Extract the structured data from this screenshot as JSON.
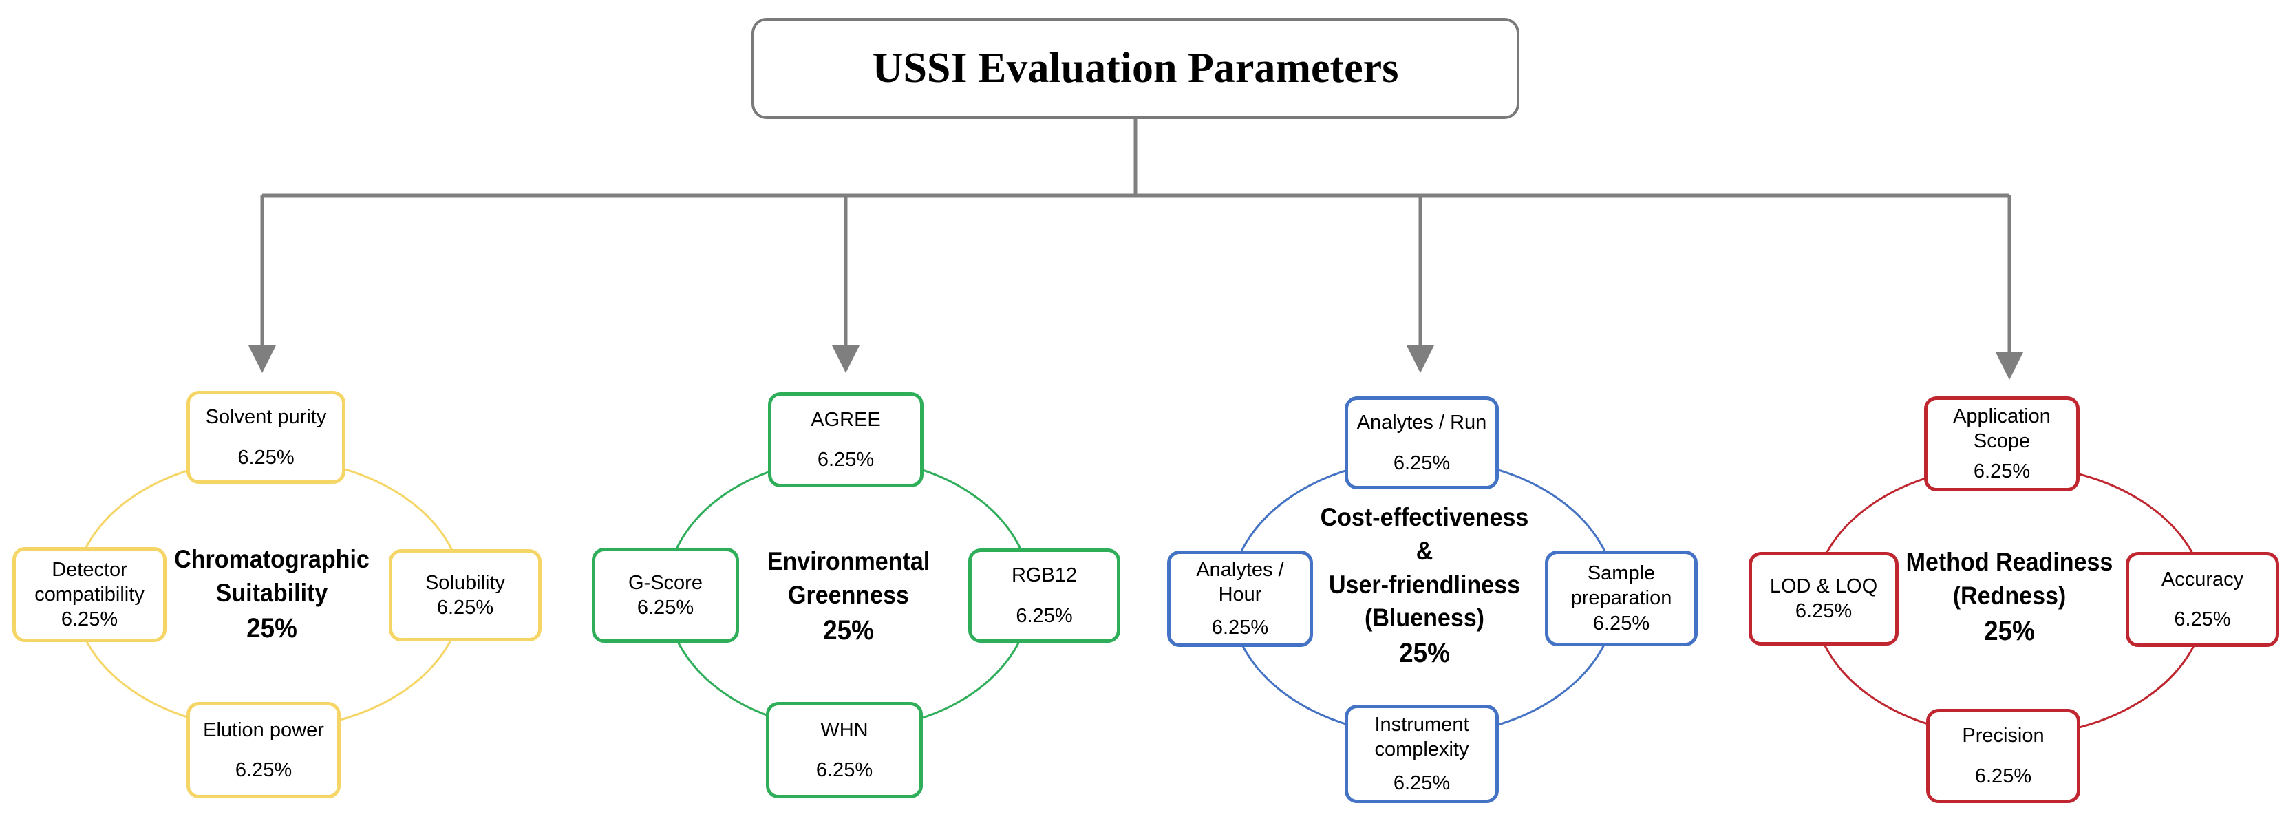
{
  "title": "USSI Evaluation Parameters",
  "colors": {
    "connector": "#7f7f7f",
    "yellow": "#f5d565",
    "green": "#2fae5a",
    "blue": "#4472c4",
    "red": "#c0262f"
  },
  "groups": [
    {
      "key": "chromatographic",
      "color": "yellow",
      "center_lines": [
        "Chromatographic",
        "Suitability"
      ],
      "center_percent": "25%",
      "params": [
        {
          "label": "Solvent purity",
          "percent": "6.25%"
        },
        {
          "label": "Solubility",
          "percent": "6.25%"
        },
        {
          "label": "Elution power",
          "percent": "6.25%"
        },
        {
          "label": "Detector compatibility",
          "percent": "6.25%"
        }
      ]
    },
    {
      "key": "environmental",
      "color": "green",
      "center_lines": [
        "Environmental",
        "Greenness"
      ],
      "center_percent": "25%",
      "params": [
        {
          "label": "AGREE",
          "percent": "6.25%"
        },
        {
          "label": "RGB12",
          "percent": "6.25%"
        },
        {
          "label": "WHN",
          "percent": "6.25%"
        },
        {
          "label": "G-Score",
          "percent": "6.25%"
        }
      ]
    },
    {
      "key": "cost",
      "color": "blue",
      "center_lines": [
        "Cost-effectiveness",
        "&",
        "User-friendliness",
        "(Blueness)"
      ],
      "center_percent": "25%",
      "params": [
        {
          "label": "Analytes / Run",
          "percent": "6.25%"
        },
        {
          "label": "Sample preparation",
          "percent": "6.25%"
        },
        {
          "label": "Instrument complexity",
          "percent": "6.25%"
        },
        {
          "label": "Analytes / Hour",
          "percent": "6.25%"
        }
      ]
    },
    {
      "key": "method",
      "color": "red",
      "center_lines": [
        "Method Readiness",
        "(Redness)"
      ],
      "center_percent": "25%",
      "params": [
        {
          "label": "Application Scope",
          "percent": "6.25%"
        },
        {
          "label": "Accuracy",
          "percent": "6.25%"
        },
        {
          "label": "Precision",
          "percent": "6.25%"
        },
        {
          "label": "LOD & LOQ",
          "percent": "6.25%"
        }
      ]
    }
  ]
}
